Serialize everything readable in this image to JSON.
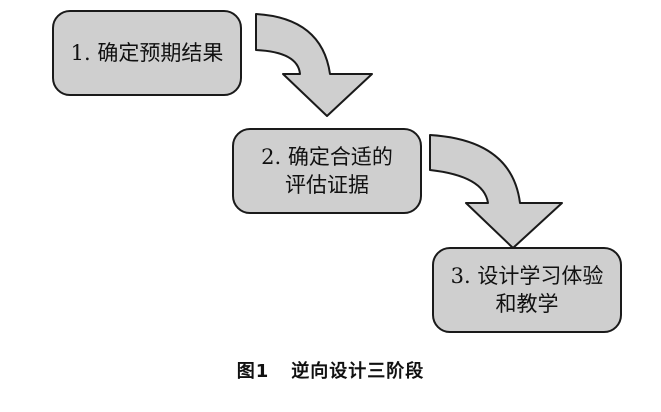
{
  "stages": [
    {
      "lines": [
        "1. 确定预期结果"
      ]
    },
    {
      "lines": [
        "2. 确定合适的",
        "评估证据"
      ]
    },
    {
      "lines": [
        "3. 设计学习体验",
        "和教学"
      ]
    }
  ],
  "caption": {
    "number": "图1",
    "text": "逆向设计三阶段"
  },
  "colors": {
    "box_fill": "#cfcfcf",
    "arrow_fill": "#cfcfcf",
    "stroke": "#1a1a1a"
  }
}
